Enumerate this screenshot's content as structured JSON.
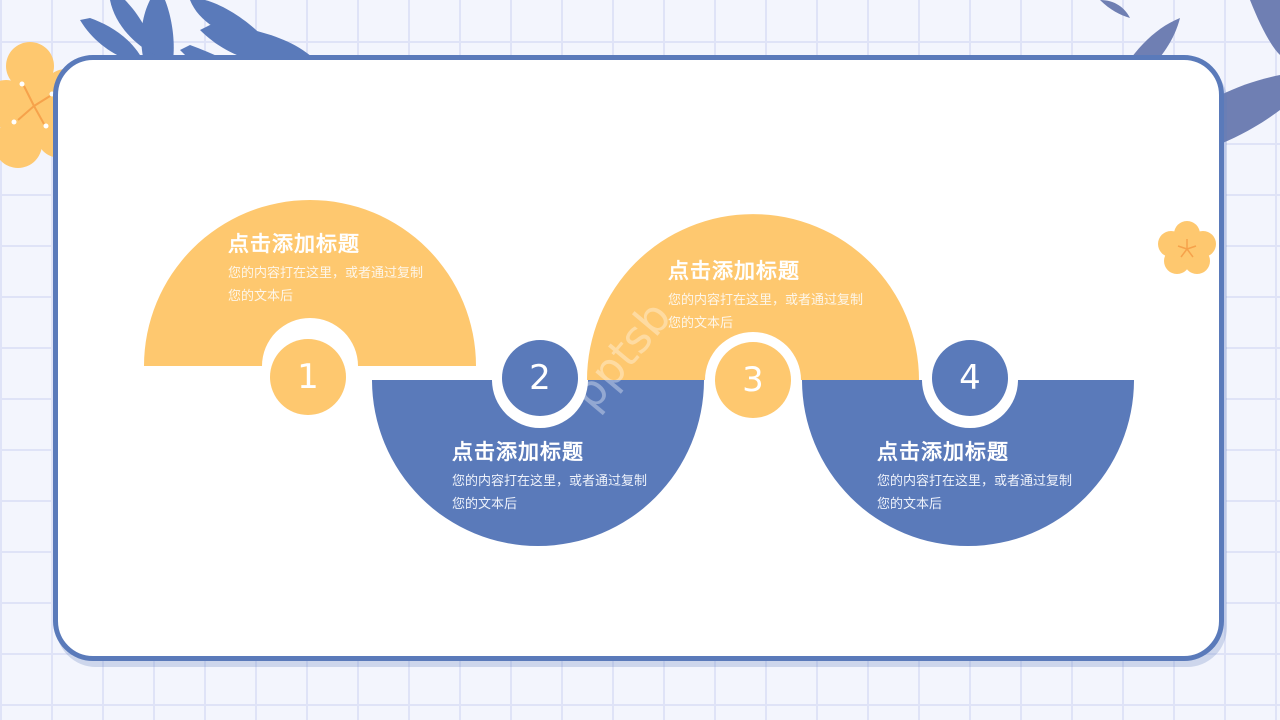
{
  "colors": {
    "yellow": "#fec86f",
    "blue": "#5a7aba",
    "background": "#f3f5fd",
    "grid": "#dfe3f7"
  },
  "decorations": {
    "top_left": [
      "leaf-icon",
      "flower-icon"
    ],
    "top_right": [
      "leaf-icon"
    ],
    "right": [
      "flower-icon"
    ]
  },
  "steps": [
    {
      "number": "1",
      "color": "yellow",
      "title": "点击添加标题",
      "desc": "您的内容打在这里，或者通过复制您的文本后"
    },
    {
      "number": "2",
      "color": "blue",
      "title": "点击添加标题",
      "desc": "您的内容打在这里，或者通过复制您的文本后"
    },
    {
      "number": "3",
      "color": "yellow",
      "title": "点击添加标题",
      "desc": "您的内容打在这里，或者通过复制您的文本后"
    },
    {
      "number": "4",
      "color": "blue",
      "title": "点击添加标题",
      "desc": "您的内容打在这里，或者通过复制您的文本后"
    }
  ]
}
